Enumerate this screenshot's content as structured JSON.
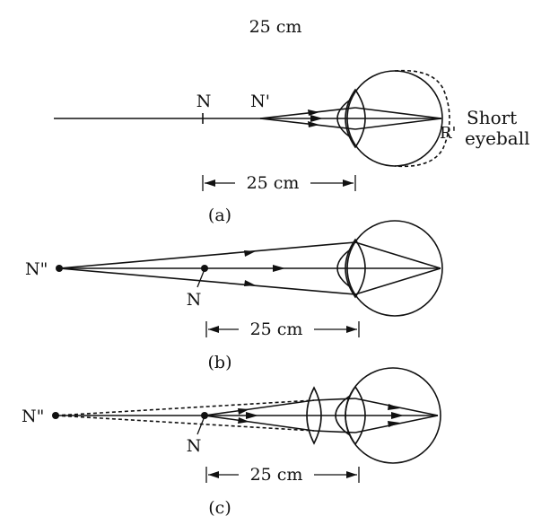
{
  "header": {
    "distance_label": "25 cm"
  },
  "fig_a": {
    "point_n": "N",
    "point_n_prime": "N'",
    "point_r_prime": "R'",
    "short_line1": "Short",
    "short_line2": "eyeball",
    "distance_label": "25 cm",
    "caption": "(a)"
  },
  "fig_b": {
    "point_n_double": "N\"",
    "point_n": "N",
    "distance_label": "25 cm",
    "caption": "(b)"
  },
  "fig_c": {
    "point_n_double": "N\"",
    "point_n": "N",
    "distance_label": "25 cm",
    "caption": "(c)"
  }
}
